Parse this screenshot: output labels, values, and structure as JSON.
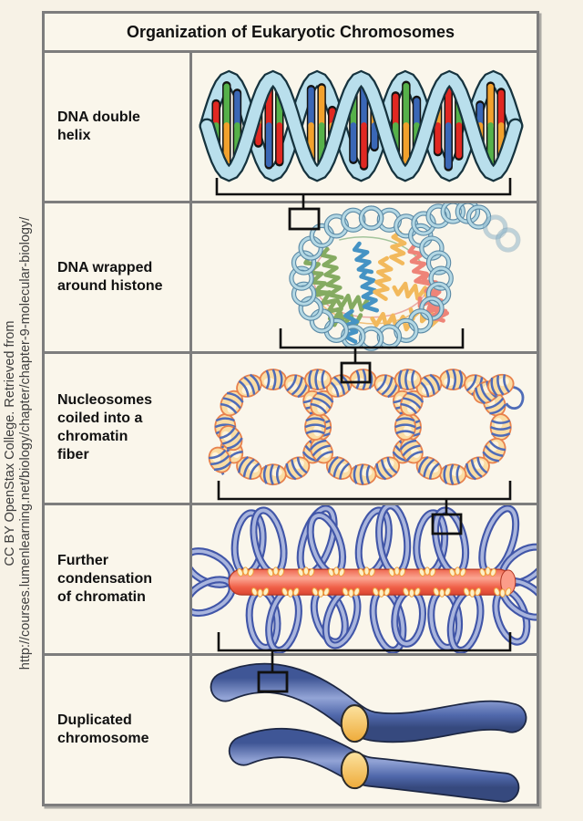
{
  "title": "Organization of Eukaryotic Chromosomes",
  "credit": {
    "line1": "CC BY OpenStax College. Retrieved from",
    "line2": "http://courses.lumenlearning.net/biology/chapter/chapter-9-molecular-biology/"
  },
  "rows": [
    {
      "label": "DNA double\nhelix"
    },
    {
      "label": "DNA wrapped\naround histone"
    },
    {
      "label": "Nucleosomes\ncoiled into a\nchromatin\nfiber"
    },
    {
      "label": "Further\ncondensation\nof chromatin"
    },
    {
      "label": "Duplicated\nchromosome"
    }
  ],
  "palette": {
    "background": "#f7f2e6",
    "cell_background": "#faf6eb",
    "table_border": "#7d7d7d",
    "helix_ribbon": "#b9dfec",
    "helix_outline": "#16333e",
    "base_colors": [
      "#e02822",
      "#56b14a",
      "#3a67b6",
      "#f2a12d"
    ],
    "dna_coil": "#b4d8e4",
    "coil_edge": "#5b8aa6",
    "histone_green": "#85ab61",
    "histone_blue": "#4593c4",
    "histone_orange": "#f2b95c",
    "histone_salmon": "#ee8478",
    "strand_blue": "#4f6cb8",
    "bead_fill": "#fbdda4",
    "bead_edge": "#e8824d",
    "loop_dark": "#4156a8",
    "loop_light": "#a9b5dd",
    "scaffold_red": "#f06048",
    "attachment_dot": "#fdf0c8",
    "chromatid_blue": "#5068ab",
    "centromere_yellow": "#f3c65c",
    "connector_black": "#111111"
  }
}
